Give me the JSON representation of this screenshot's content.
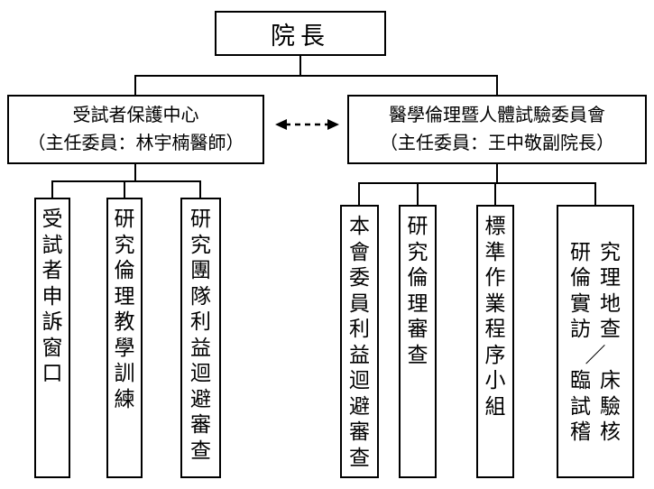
{
  "diagram": {
    "title_hint": "hospital research ethics organization chart",
    "root": {
      "label": "院長"
    },
    "left_branch": {
      "name": "受試者保護中心",
      "chair_line": "（主任委員：林宇楠醫師）",
      "children": [
        {
          "label": "受試者申訴窗口"
        },
        {
          "label": "研究倫理教學訓練"
        },
        {
          "label": "研究團隊利益迴避審查"
        }
      ]
    },
    "right_branch": {
      "name": "醫學倫理暨人體試驗委員會",
      "chair_line": "（主任委員：王中敬副院長）",
      "children": [
        {
          "label": "本會委員利益迴避審查"
        },
        {
          "label": "研究倫理審查"
        },
        {
          "label": "標準作業程序小組"
        },
        {
          "label_lines": [
            "研究",
            "倫理",
            "實地",
            "訪查",
            "／",
            "臨床",
            "試驗",
            "稽核"
          ]
        }
      ]
    },
    "colors": {
      "background": "#ffffff",
      "line": "#000000",
      "box_border": "#000000",
      "text": "#000000"
    }
  }
}
